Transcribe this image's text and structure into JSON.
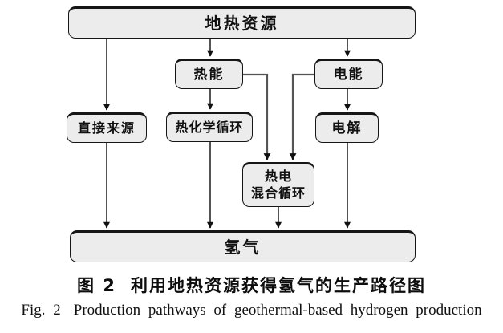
{
  "figure": {
    "type": "flowchart",
    "nodes": {
      "geothermal": {
        "label": "地热资源"
      },
      "thermal": {
        "label": "热能"
      },
      "electric": {
        "label": "电能"
      },
      "direct": {
        "label": "直接来源"
      },
      "thermochem": {
        "label": "热化学循环"
      },
      "electrolysis": {
        "label": "电解"
      },
      "hybrid": {
        "label": "热电\n混合循环"
      },
      "hydrogen": {
        "label": "氢气"
      }
    },
    "edges": [
      {
        "from": "geothermal",
        "to": "direct"
      },
      {
        "from": "geothermal",
        "to": "thermal"
      },
      {
        "from": "geothermal",
        "to": "electric"
      },
      {
        "from": "thermal",
        "to": "thermochem"
      },
      {
        "from": "thermal",
        "to": "hybrid"
      },
      {
        "from": "electric",
        "to": "hybrid"
      },
      {
        "from": "electric",
        "to": "electrolysis"
      },
      {
        "from": "direct",
        "to": "hydrogen"
      },
      {
        "from": "thermochem",
        "to": "hydrogen"
      },
      {
        "from": "hybrid",
        "to": "hydrogen"
      },
      {
        "from": "electrolysis",
        "to": "hydrogen"
      }
    ],
    "caption_zh": {
      "fig": "图 2",
      "text": "利用地热资源获得氢气的生产路径图"
    },
    "caption_en": {
      "fig": "Fig. 2",
      "text": "Production pathways of geothermal-based hydrogen production"
    },
    "colors": {
      "box_fill": "#ececec",
      "box_border": "#161616",
      "line": "#555555",
      "arrowhead": "#111111",
      "background": "#ffffff"
    }
  }
}
